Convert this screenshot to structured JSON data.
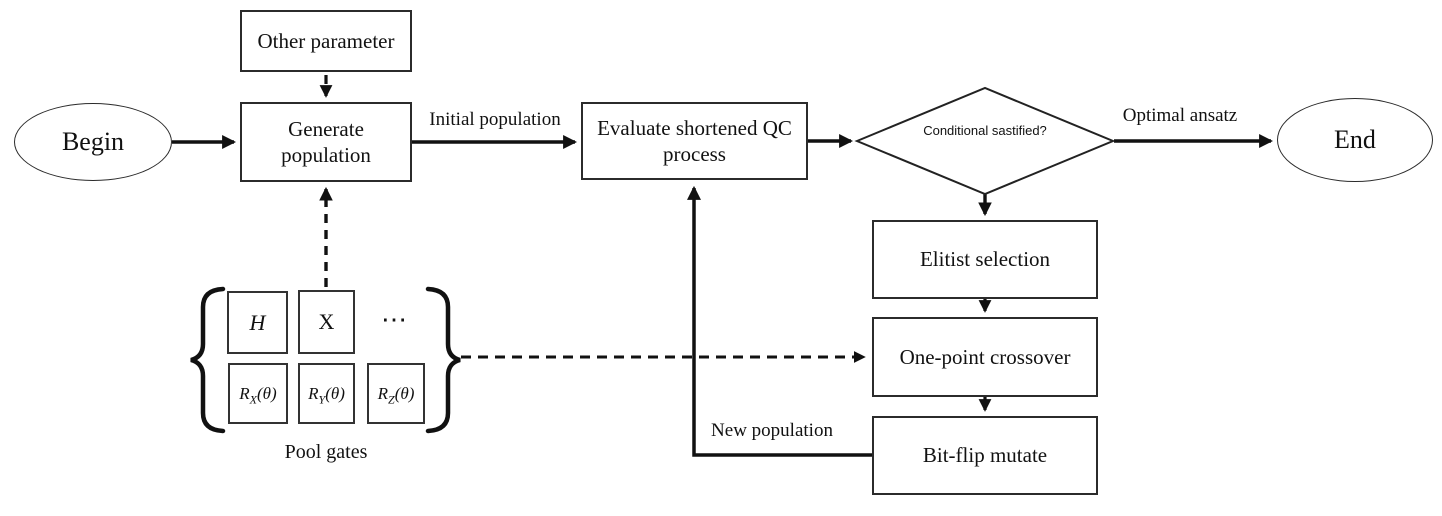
{
  "diagram": {
    "title_hint": "Genetic-algorithm ansatz search flowchart",
    "nodes": {
      "begin": "Begin",
      "other_parameter": "Other parameter",
      "generate_population": "Generate population",
      "evaluate_qc": "Evaluate shortened QC process",
      "condition": "Conditional sastified?",
      "elitist_selection": "Elitist selection",
      "one_point_crossover": "One-point crossover",
      "bit_flip_mutate": "Bit-flip mutate",
      "end": "End"
    },
    "edge_labels": {
      "initial_population": "Initial population",
      "optimal_ansatz": "Optimal ansatz",
      "new_population": "New population"
    },
    "pool": {
      "caption": "Pool gates",
      "ellipsis": "⋯",
      "gates_row1": [
        {
          "label": "H"
        },
        {
          "label": "X"
        }
      ],
      "gates_row2": [
        {
          "base": "R",
          "sub": "X",
          "arg": "(θ)"
        },
        {
          "base": "R",
          "sub": "Y",
          "arg": "(θ)"
        },
        {
          "base": "R",
          "sub": "Z",
          "arg": "(θ)"
        }
      ]
    },
    "colors": {
      "line": "#111111",
      "border": "#2b2b2b",
      "background": "#ffffff",
      "text": "#111111"
    }
  }
}
